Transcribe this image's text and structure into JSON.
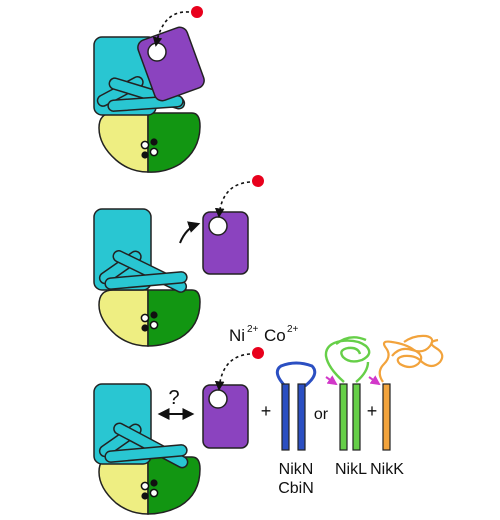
{
  "colors": {
    "tmd": "#29c6d2",
    "nbd_left": "#eeee82",
    "nbd_right": "#129612",
    "sbp": "#8b43bf",
    "metal": "#e8001c",
    "nikn": "#2b4fc2",
    "nikl": "#66cf48",
    "nikk": "#f2a33c",
    "arrow_magenta": "#d238c9"
  },
  "ions": {
    "ni": "Ni",
    "ni_charge": "2+",
    "co": "Co",
    "co_charge": "2+"
  },
  "symbols": {
    "question": "?",
    "plus": "+",
    "or": "or"
  },
  "proteins": {
    "nikn": "NikN",
    "cbin": "CbiN",
    "nikl": "NikL",
    "nikk": "NikK"
  }
}
